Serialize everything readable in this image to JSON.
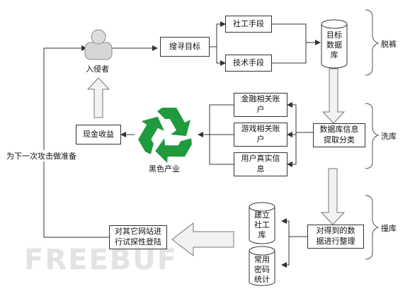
{
  "nodes": {
    "intruder": "入侵者",
    "search_target": "搜寻目标",
    "social_means": "社工手段",
    "tech_means": "技术手段",
    "target_db": "目标\n数据\n库",
    "finance_account": "金融相关账\n户",
    "game_account": "游戏相关账\n户",
    "real_info": "用户真实信\n息",
    "db_extract": "数据库信息\n提取分类",
    "black_industry": "黑色产业",
    "cash_income": "现金收益",
    "prepare_next": "为下一次攻击做准备",
    "build_social_db": "建立\n社工\n库",
    "common_pw": "常用\n密码\n统计",
    "organize_data": "对得到的数\n据进行整理",
    "try_other_sites": "对其它网站进\n行试探性登陆"
  },
  "stages": {
    "drag": "脱裤",
    "wash": "洗库",
    "crash": "撞库"
  },
  "watermark": "FREEBUF",
  "colors": {
    "line": "#333333",
    "arrow_fill": "#f2f2f2",
    "arrow_stroke": "#777777",
    "recycle_green": "#1f9a3c",
    "watermark": "#e3e3e3"
  }
}
